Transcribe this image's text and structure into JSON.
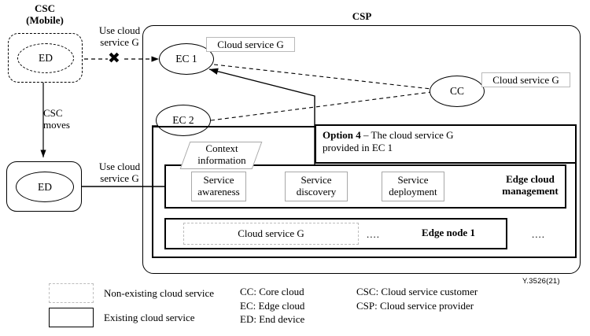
{
  "figure": {
    "id_label": "Y.3526(21)",
    "domains": {
      "csc": {
        "title_line1": "CSC",
        "title_line2": "(Mobile)"
      },
      "csp": {
        "title": "CSP"
      }
    }
  },
  "csc": {
    "ed_top": {
      "label": "ED",
      "style": "non-existing"
    },
    "ed_bottom": {
      "label": "ED",
      "style": "existing"
    },
    "moves_label_line1": "CSC",
    "moves_label_line2": "moves",
    "use_top_line1": "Use cloud",
    "use_top_line2": "service G",
    "use_bottom_line1": "Use cloud",
    "use_bottom_line2": "service G",
    "blocked_marker": "✖"
  },
  "csp": {
    "ec1": {
      "label": "EC 1",
      "service_label": "Cloud service G"
    },
    "ec2": {
      "label": "EC 2"
    },
    "cc": {
      "label": "CC",
      "service_label": "Cloud service G"
    },
    "option": {
      "name": "Option 4",
      "dash": "–",
      "text_line1": "The cloud service G",
      "text_line2": "provided in EC 1"
    },
    "context": {
      "line1": "Context",
      "line2": "information"
    },
    "management": {
      "title_line1": "Edge cloud",
      "title_line2": "management",
      "functions": [
        {
          "line1": "Service",
          "line2": "awareness"
        },
        {
          "line1": "Service",
          "line2": "discovery"
        },
        {
          "line1": "Service",
          "line2": "deployment"
        }
      ]
    },
    "edge_node": {
      "title": "Edge node 1",
      "service_label": "Cloud service G",
      "service_style": "non-existing",
      "ellipsis_inner": "....",
      "ellipsis_outer": "...."
    }
  },
  "legend": {
    "swatches": [
      {
        "label": "Non-existing cloud service",
        "style": "dashed"
      },
      {
        "label": "Existing cloud service",
        "style": "solid"
      }
    ],
    "abbreviations_col1": [
      "CC: Core cloud",
      "EC: Edge cloud",
      "ED: End device"
    ],
    "abbreviations_col2": [
      "CSC: Cloud service customer",
      "CSP: Cloud service provider"
    ]
  },
  "colors": {
    "stroke": "#000000",
    "light_stroke": "#b9b9b9",
    "background": "#ffffff"
  }
}
